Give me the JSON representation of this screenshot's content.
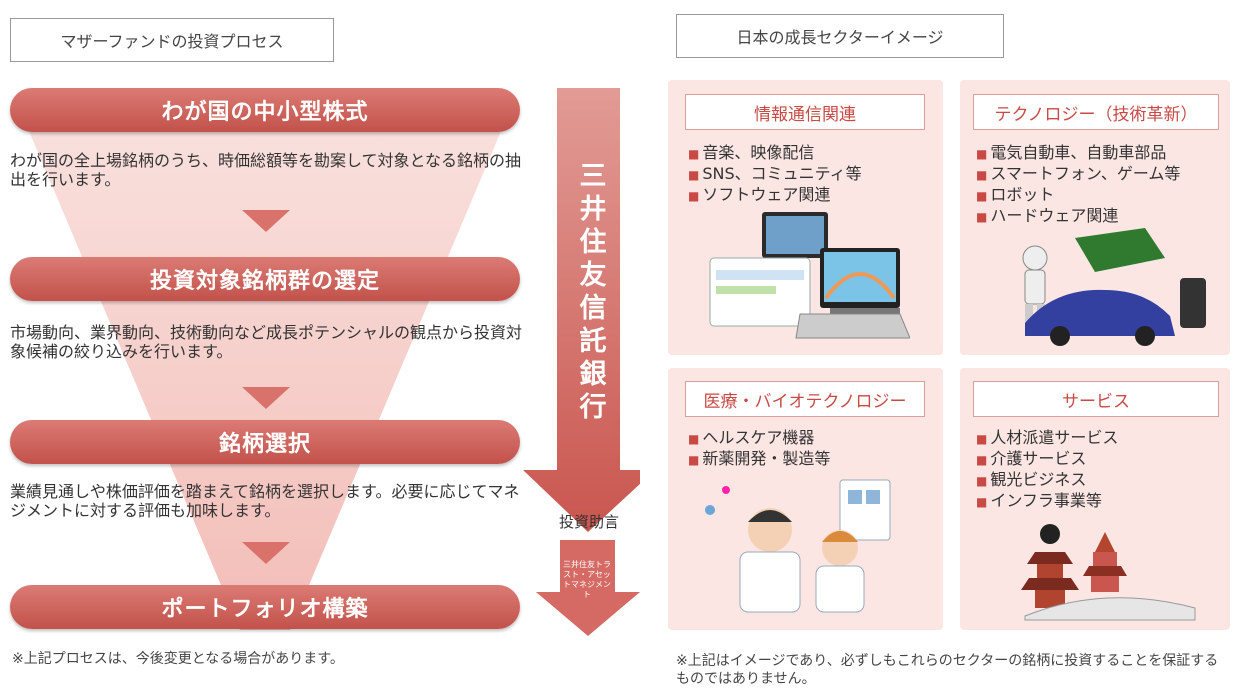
{
  "process_label": "マザーファンドの投資プロセス",
  "sector_label": "日本の成長セクターイメージ",
  "steps": [
    {
      "title": "わが国の中小型株式",
      "desc": "わが国の全上場銘柄のうち、時価総額等を勘案して対象となる銘柄の抽出を行います。"
    },
    {
      "title": "投資対象銘柄群の選定",
      "desc": "市場動向、業界動向、技術動向など成長ポテンシャルの観点から投資対象候補の絞り込みを行います。"
    },
    {
      "title": "銘柄選択",
      "desc": "業績見通しや株価評価を踏まえて銘柄を選択します。必要に応じてマネジメントに対する評価も加味します。"
    },
    {
      "title": "ポートフォリオ構築",
      "desc": ""
    }
  ],
  "advisor": "三井住友信託銀行",
  "advice_label": "投資助言",
  "advisor_small": "三井住友トラスト・アセットマネジメント",
  "process_note": "※上記プロセスは、今後変更となる場合があります。",
  "panels": [
    {
      "title": "情報通信関連",
      "items": [
        "音楽、映像配信",
        "SNS、コミュニティ等",
        "ソフトウェア関連"
      ]
    },
    {
      "title": "テクノロジー（技術革新）",
      "items": [
        "電気自動車、自動車部品",
        "スマートフォン、ゲーム等",
        "ロボット",
        "ハードウェア関連"
      ]
    },
    {
      "title": "医療・バイオテクノロジー",
      "items": [
        "ヘルスケア機器",
        "新薬開発・製造等"
      ]
    },
    {
      "title": "サービス",
      "items": [
        "人材派遣サービス",
        "介護サービス",
        "観光ビジネス",
        "インフラ事業等"
      ]
    }
  ],
  "sector_note": "※上記はイメージであり、必ずしもこれらのセクターの銘柄に投資することを保証するものではありません。",
  "colors": {
    "accent": "#c94a45",
    "panel_bg": "#fbe6e3",
    "funnel": "#f6d3cf"
  }
}
